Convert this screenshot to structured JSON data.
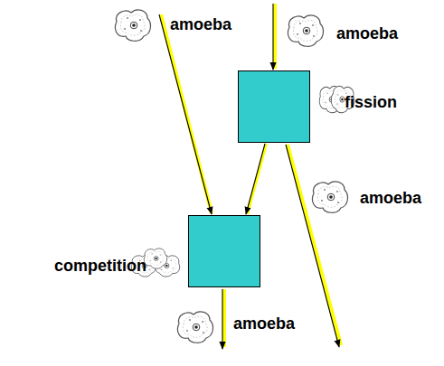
{
  "diagram": {
    "nodes": [
      {
        "text": [
          "fission"
        ]
      },
      {
        "text": [
          "competition"
        ]
      }
    ],
    "edges": [
      {
        "from": 0,
        "to": 1,
        "arrow": "to"
      }
    ],
    "labels": [
      "amoeba",
      "amoeba",
      "amoeba",
      "amoeba"
    ]
  }
}
